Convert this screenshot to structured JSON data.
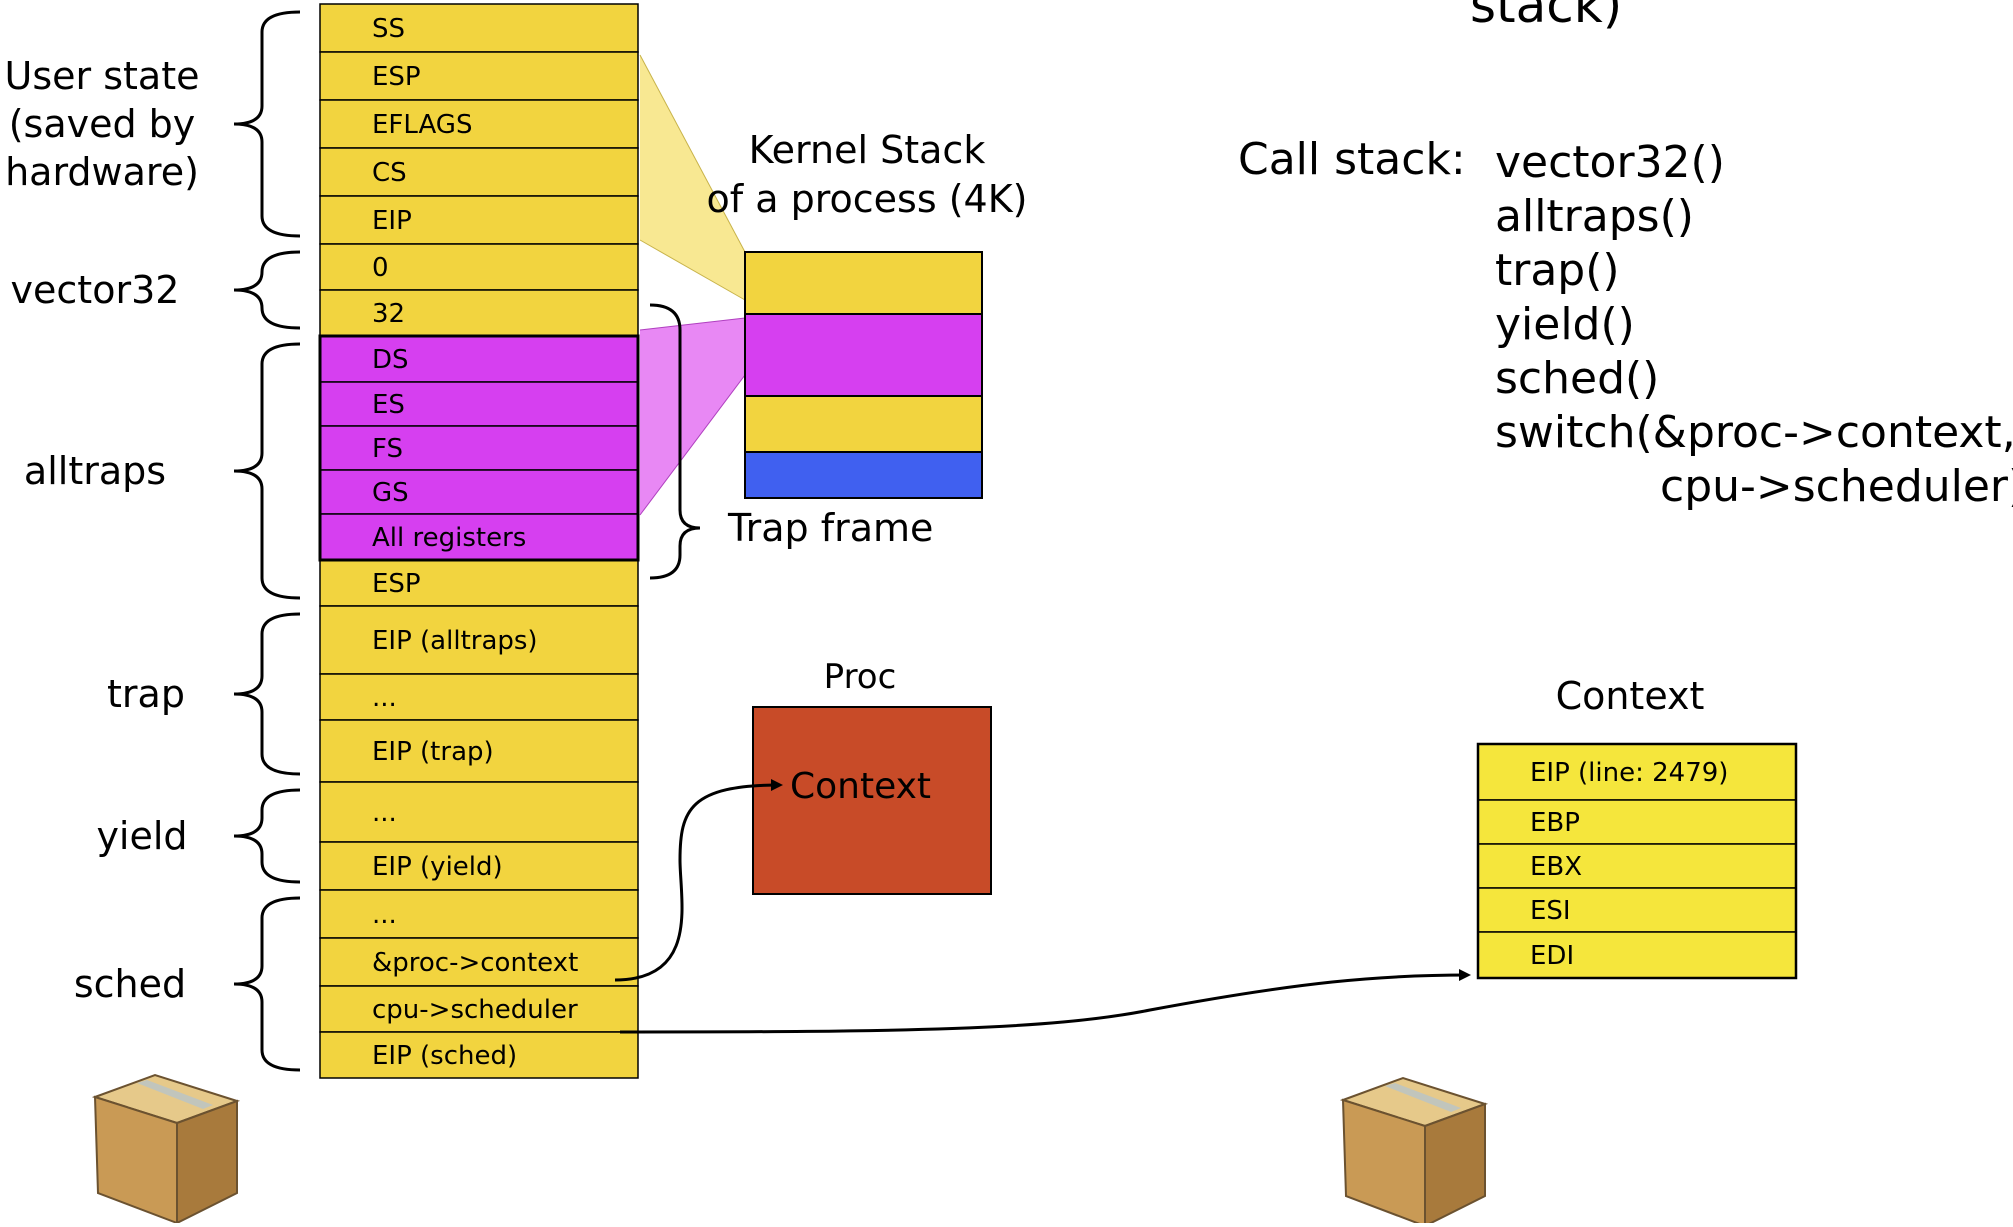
{
  "title_partial": "stack)",
  "stack": {
    "cells": [
      {
        "label": "SS",
        "color": "yellow"
      },
      {
        "label": "ESP",
        "color": "yellow"
      },
      {
        "label": "EFLAGS",
        "color": "yellow"
      },
      {
        "label": "CS",
        "color": "yellow"
      },
      {
        "label": "EIP",
        "color": "yellow"
      },
      {
        "label": "0",
        "color": "yellow"
      },
      {
        "label": "32",
        "color": "yellow"
      },
      {
        "label": "DS",
        "color": "magenta"
      },
      {
        "label": "ES",
        "color": "magenta"
      },
      {
        "label": "FS",
        "color": "magenta"
      },
      {
        "label": "GS",
        "color": "magenta"
      },
      {
        "label": "All registers",
        "color": "magenta"
      },
      {
        "label": "ESP",
        "color": "yellow"
      },
      {
        "label": "EIP (alltraps)",
        "color": "yellow"
      },
      {
        "label": "...",
        "color": "yellow"
      },
      {
        "label": "EIP (trap)",
        "color": "yellow"
      },
      {
        "label": "...",
        "color": "yellow"
      },
      {
        "label": "EIP (yield)",
        "color": "yellow"
      },
      {
        "label": "...",
        "color": "yellow"
      },
      {
        "label": "&proc->context",
        "color": "yellow"
      },
      {
        "label": "cpu->scheduler",
        "color": "yellow"
      },
      {
        "label": "EIP (sched)",
        "color": "yellow"
      }
    ]
  },
  "groups": [
    {
      "lines": [
        "User state",
        "(saved by",
        "hardware)"
      ],
      "first": 0,
      "last": 4
    },
    {
      "lines": [
        "vector32"
      ],
      "first": 5,
      "last": 6
    },
    {
      "lines": [
        "alltraps"
      ],
      "first": 7,
      "last": 12
    },
    {
      "lines": [
        "trap"
      ],
      "first": 13,
      "last": 15
    },
    {
      "lines": [
        "yield"
      ],
      "first": 16,
      "last": 17
    },
    {
      "lines": [
        "sched"
      ],
      "first": 18,
      "last": 21
    }
  ],
  "kernel_stack": {
    "title_lines": [
      "Kernel Stack",
      "of a process (4K)"
    ],
    "blocks": [
      "yellow",
      "magenta",
      "yellow",
      "blue"
    ]
  },
  "trap_frame_label": "Trap frame",
  "proc": {
    "title": "Proc",
    "inner_label": "Context"
  },
  "call_stack": {
    "label": "Call stack:",
    "lines": [
      "vector32()",
      "alltraps()",
      "trap()",
      "yield()",
      "sched()",
      "switch(&proc->context,",
      "cpu->scheduler)"
    ]
  },
  "context": {
    "title": "Context",
    "rows": [
      "EIP (line: 2479)",
      "EBP",
      "EBX",
      "ESI",
      "EDI"
    ]
  },
  "colors": {
    "yellow": "#f2d43f",
    "magenta": "#d63ff0",
    "blue": "#4060f0",
    "proc_red": "#c84b28",
    "context_yellow": "#f5e63c"
  },
  "icons": [
    "box-icon",
    "box-icon"
  ]
}
